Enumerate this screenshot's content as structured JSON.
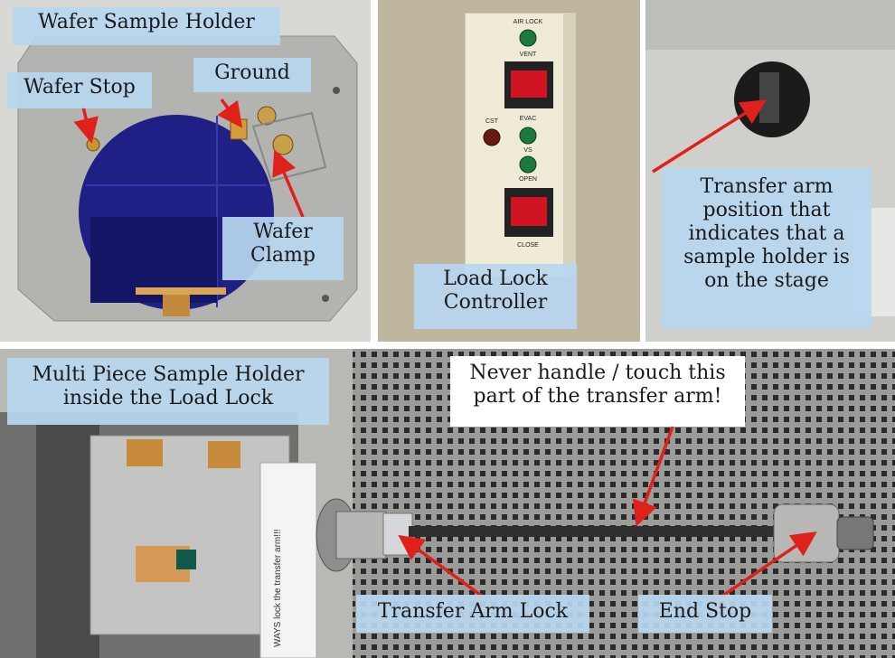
{
  "labels": {
    "wafer_sample_holder": "Wafer Sample Holder",
    "ground": "Ground",
    "wafer_stop": "Wafer Stop",
    "wafer_clamp_line1": "Wafer",
    "wafer_clamp_line2": "Clamp",
    "load_lock_controller_line1": "Load Lock",
    "load_lock_controller_line2": "Controller",
    "transfer_arm_line1": "Transfer arm",
    "transfer_arm_line2": "position that",
    "transfer_arm_line3": "indicates that a",
    "transfer_arm_line4": "sample holder is",
    "transfer_arm_line5": "on the stage",
    "multi_piece_line1": "Multi Piece Sample Holder",
    "multi_piece_line2": "inside the Load Lock",
    "never_handle_line1": "Never handle / touch this",
    "never_handle_line2": "part of the transfer arm!",
    "transfer_arm_lock": "Transfer Arm Lock",
    "end_stop": "End Stop"
  },
  "controller": {
    "air_lock": "AIR LOCK",
    "vent": "VENT",
    "cst": "CST",
    "evac": "EVAC",
    "vs": "VS",
    "open": "OPEN",
    "close": "CLOSE"
  },
  "sticker_text": "WAYS lock the transfer arm!!!",
  "colors": {
    "label_bg": "#b9d7f0",
    "arrow": "#e0201a",
    "wafer": "#1f1f86",
    "steel": "#a9a9a7"
  }
}
